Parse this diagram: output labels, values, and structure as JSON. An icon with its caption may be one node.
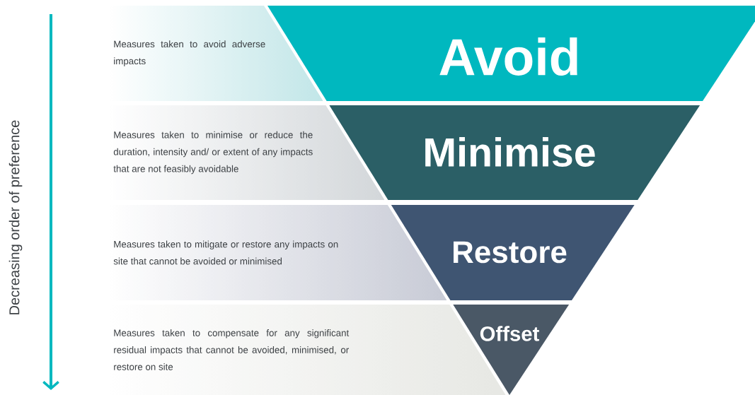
{
  "diagram": {
    "nodes": [
      {
        "text": [
          "Measures taken to avoid adverse impacts"
        ]
      },
      {
        "text": [
          "Avoid"
        ]
      },
      {
        "text": [
          "Measures taken to minimise or reduce the duration, intensity and/ or extent of any impacts that are not feasibly avoidable"
        ]
      },
      {
        "text": [
          "Minimise"
        ]
      },
      {
        "text": [
          "Measures taken to mitigate or restore any impacts on site that cannot be avoided or minimised"
        ]
      },
      {
        "text": [
          "Restore"
        ]
      },
      {
        "text": [
          "Measures taken to compensate for any significant residual impacts that cannot be avoided, minimised, or restore on site"
        ]
      },
      {
        "text": [
          "Offset"
        ]
      }
    ],
    "labels": [
      "Decreasing order of preference"
    ]
  }
}
